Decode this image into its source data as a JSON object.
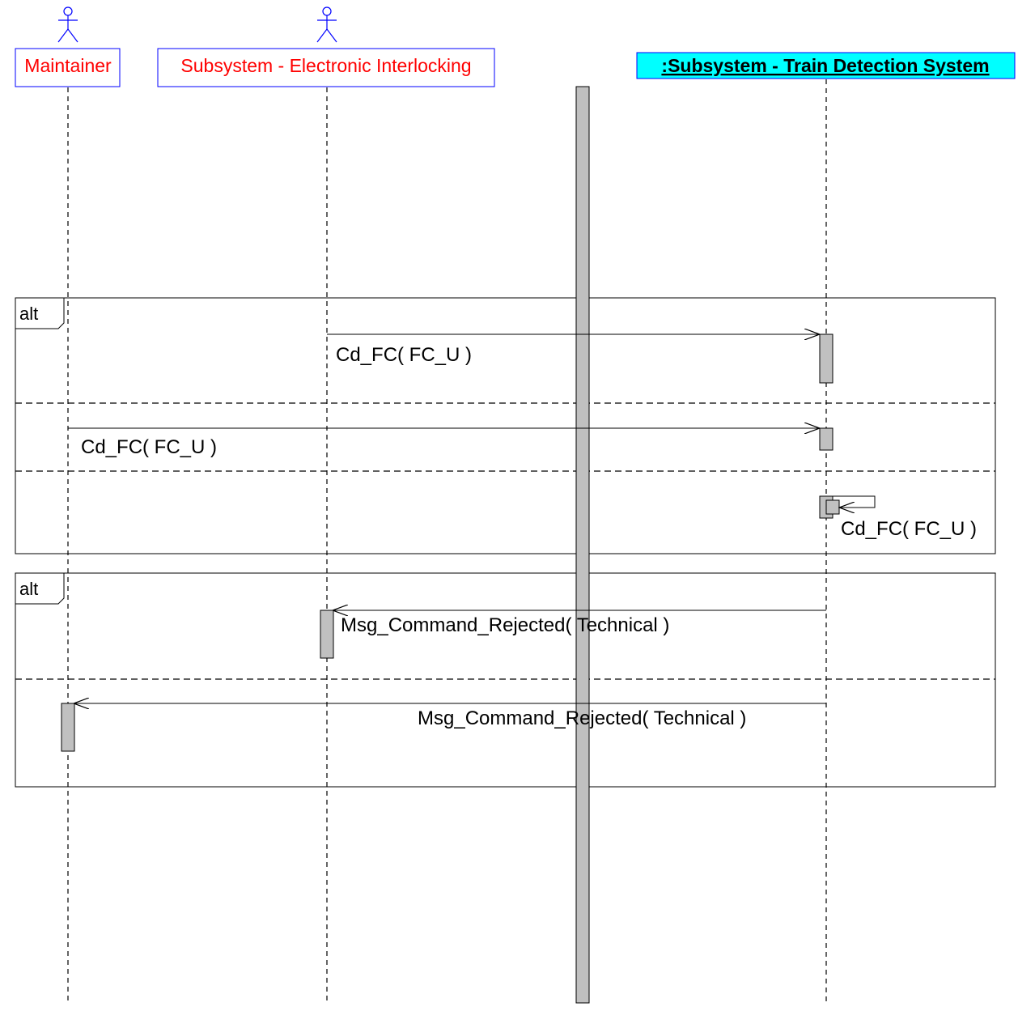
{
  "colors": {
    "participant_text": "#ff0000",
    "participant_border": "#0000ff",
    "highlight_bg": "#00ffff",
    "activation_fill": "#c0c0c0",
    "line": "#000000"
  },
  "participants": [
    {
      "label": "Maintainer",
      "kind": "actor"
    },
    {
      "label": "Subsystem - Electronic Interlocking",
      "kind": "actor"
    },
    {
      "label": ":Subsystem - Train Detection System",
      "kind": "object"
    }
  ],
  "fragments": [
    {
      "label": "alt",
      "messages": [
        {
          "text": "Cd_FC( FC_U )",
          "from": "Subsystem - Electronic Interlocking",
          "to": ":Subsystem - Train Detection System"
        },
        {
          "text": "Cd_FC( FC_U )",
          "from": "Maintainer",
          "to": ":Subsystem - Train Detection System"
        },
        {
          "text": "Cd_FC( FC_U )",
          "from": ":Subsystem - Train Detection System",
          "to": ":Subsystem - Train Detection System"
        }
      ]
    },
    {
      "label": "alt",
      "messages": [
        {
          "text": "Msg_Command_Rejected( Technical )",
          "from": ":Subsystem - Train Detection System",
          "to": "Subsystem - Electronic Interlocking"
        },
        {
          "text": "Msg_Command_Rejected( Technical )",
          "from": ":Subsystem - Train Detection System",
          "to": "Maintainer"
        }
      ]
    }
  ]
}
